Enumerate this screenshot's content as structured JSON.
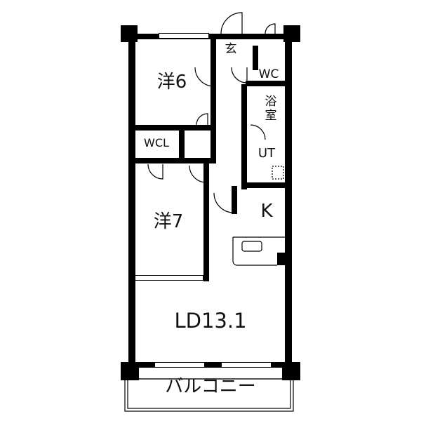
{
  "rooms": {
    "western_room_1": "洋6",
    "western_room_2": "洋7",
    "walk_in_closet": "WCL",
    "entrance": "玄",
    "toilet": "WC",
    "bathroom": "浴室",
    "utility": "UT",
    "kitchen": "K",
    "living_dining": "LD13.1",
    "balcony": "バルコニー"
  },
  "colors": {
    "wall": "#000000",
    "background": "#ffffff"
  }
}
